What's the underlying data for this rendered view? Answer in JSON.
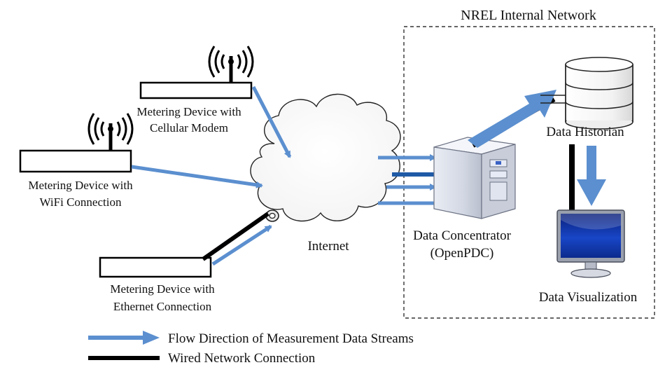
{
  "network_zone": {
    "title": "NREL Internal Network"
  },
  "devices": {
    "cellular": {
      "line1": "Metering Device with",
      "line2": "Cellular Modem"
    },
    "wifi": {
      "line1": "Metering Device with",
      "line2": "WiFi Connection"
    },
    "ethernet": {
      "line1": "Metering Device with",
      "line2": "Ethernet Connection"
    }
  },
  "internet": {
    "label": "Internet"
  },
  "concentrator": {
    "line1": "Data Concentrator",
    "line2": "(OpenPDC)"
  },
  "historian": {
    "label": "Data Historian"
  },
  "visualization": {
    "label": "Data Visualization"
  },
  "legend": {
    "flow": "Flow Direction of Measurement Data Streams",
    "wired": "Wired Network Connection"
  },
  "colors": {
    "flow_arrow": "#5b8fcf",
    "wired_line": "#000000",
    "wired_bus": "#1f5aa6",
    "monitor_screen": "#0b2a8c"
  },
  "icons": {
    "antenna": "antenna-icon",
    "cloud": "cloud-icon",
    "server": "server-icon",
    "database": "database-icon",
    "monitor": "monitor-icon",
    "ethernet_port": "ethernet-port-icon"
  }
}
